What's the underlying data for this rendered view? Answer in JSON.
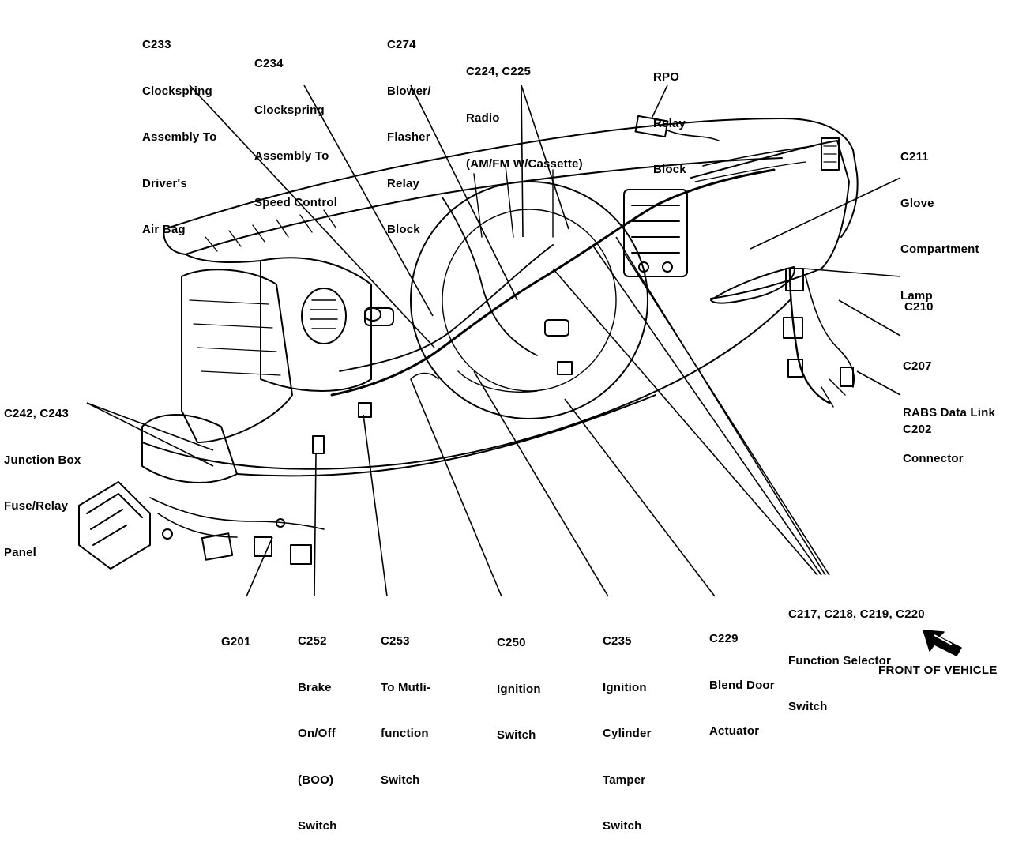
{
  "callouts": [
    {
      "id": "c233",
      "lines": [
        "C233",
        "Clockspring",
        "Assembly To",
        "Driver's",
        "Air Bag"
      ]
    },
    {
      "id": "c234",
      "lines": [
        "C234",
        "Clockspring",
        "Assembly To",
        "Speed Control"
      ]
    },
    {
      "id": "c274",
      "lines": [
        "C274",
        "Blower/",
        "Flasher",
        "Relay",
        "Block"
      ]
    },
    {
      "id": "c224",
      "lines": [
        "C224, C225",
        "Radio",
        "(AM/FM W/Cassette)"
      ]
    },
    {
      "id": "rpo",
      "lines": [
        "RPO",
        "Relay",
        "Block"
      ]
    },
    {
      "id": "c211",
      "lines": [
        "C211",
        "Glove",
        "Compartment",
        "Lamp"
      ]
    },
    {
      "id": "c210",
      "lines": [
        "C210"
      ]
    },
    {
      "id": "c207",
      "lines": [
        "C207",
        "RABS Data Link",
        "Connector"
      ]
    },
    {
      "id": "c202",
      "lines": [
        "C202"
      ]
    },
    {
      "id": "c242",
      "lines": [
        "C242, C243",
        "Junction Box",
        "Fuse/Relay",
        "Panel"
      ]
    },
    {
      "id": "g201",
      "lines": [
        "G201"
      ]
    },
    {
      "id": "c252",
      "lines": [
        "C252",
        "Brake",
        "On/Off",
        "(BOO)",
        "Switch"
      ]
    },
    {
      "id": "c253",
      "lines": [
        "C253",
        "To Mutli-",
        "function",
        "Switch"
      ]
    },
    {
      "id": "c250",
      "lines": [
        "C250",
        "Ignition",
        "Switch"
      ]
    },
    {
      "id": "c235",
      "lines": [
        "C235",
        "Ignition",
        "Cylinder",
        "Tamper",
        "Switch"
      ]
    },
    {
      "id": "c229",
      "lines": [
        "C229",
        "Blend Door",
        "Actuator"
      ]
    },
    {
      "id": "c217",
      "lines": [
        "C217, C218, C219, C220",
        "Function Selector",
        "Switch"
      ]
    }
  ],
  "footer": {
    "label": "FRONT OF VEHICLE",
    "icon": "front-arrow-icon"
  }
}
